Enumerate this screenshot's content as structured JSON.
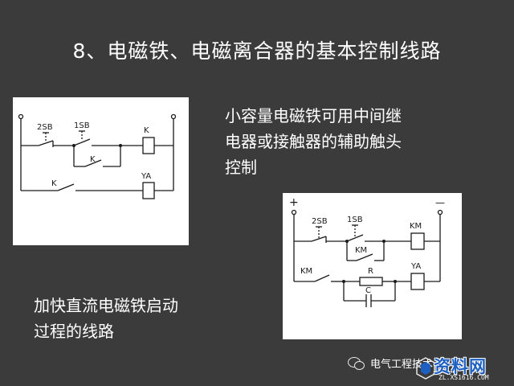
{
  "title": "8、电磁铁、电磁离合器的基本控制线路",
  "description_top": [
    "小容量电磁铁可用中间继",
    "电器或接触器的辅助触头",
    "控制"
  ],
  "description_bottom": [
    "加快直流电磁铁启动",
    "过程的线路"
  ],
  "diagram1": {
    "labels": {
      "sb2": "2SB",
      "sb1": "1SB",
      "coil_k": "K",
      "contact_k_hold": "K",
      "contact_k": "K",
      "coil_ya": "YA"
    }
  },
  "diagram2": {
    "labels": {
      "plus": "+",
      "minus": "—",
      "sb2": "2SB",
      "sb1": "1SB",
      "coil_km": "KM",
      "contact_km_hold": "KM",
      "contact_km": "KM",
      "resistor": "R",
      "capacitor": "C",
      "coil_ya": "YA"
    }
  },
  "footer": {
    "wechat_icon": "wechat-icon",
    "source": "电气工程技术",
    "logo_main": "资料网",
    "logo_sub": "ZL.XS1616.COM"
  },
  "colors": {
    "background": "#3b3b3b",
    "text": "#ffffff",
    "logo": "#1e5fc2"
  }
}
